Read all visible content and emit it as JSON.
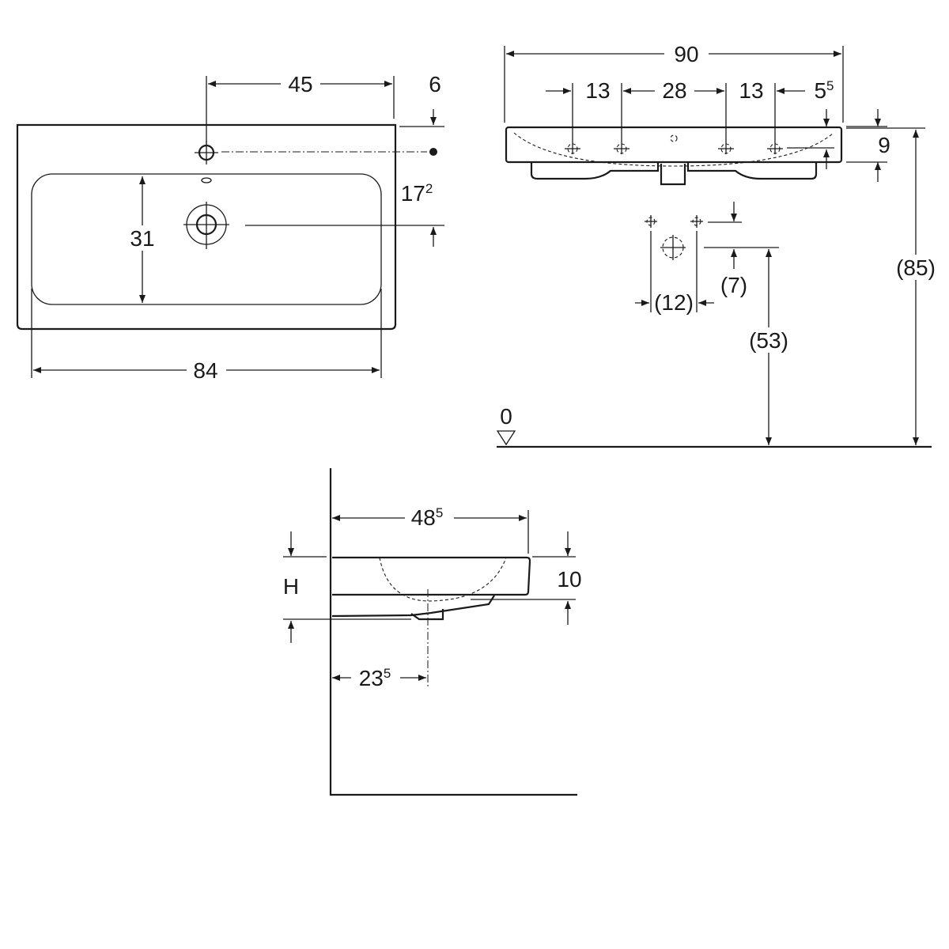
{
  "top_view": {
    "dim_tap_offset": "45",
    "dim_rim_to_tap": "6",
    "dim_tap_to_drain": {
      "base": "17",
      "sup": "2"
    },
    "dim_bowl_depth": "31",
    "dim_bowl_width": "84"
  },
  "front_view": {
    "dim_total_width": "90",
    "dim_hole_left": "13",
    "dim_hole_middle": "28",
    "dim_hole_right": "13",
    "dim_hole_height": {
      "base": "5",
      "sup": "5"
    },
    "dim_rim_height": "9",
    "dim_waste_spacing": "(12)",
    "dim_waste_offset": "(7)",
    "dim_waste_height": "(53)",
    "dim_total_height": "(85)",
    "floor_label": "0"
  },
  "side_view": {
    "dim_depth": {
      "base": "48",
      "sup": "5"
    },
    "dim_height_label": "H",
    "dim_front_height": "10",
    "dim_drain_offset": {
      "base": "23",
      "sup": "5"
    }
  }
}
